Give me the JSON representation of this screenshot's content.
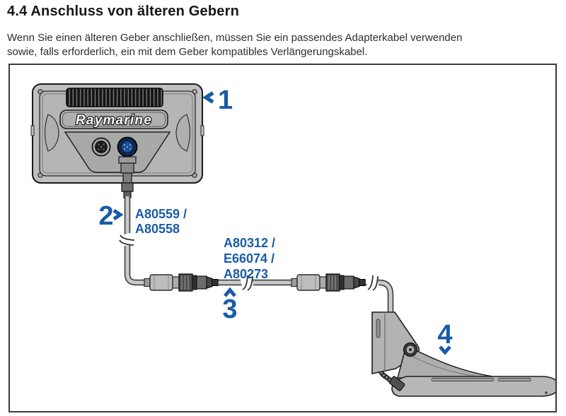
{
  "page": {
    "heading": "4.4 Anschluss von älteren Gebern",
    "intro_lines": [
      "Wenn Sie einen älteren Geber anschließen, müssen Sie ein passendes Adapterkabel verwenden",
      "sowie, falls erforderlich, ein mit dem Geber kompatibles Verlängerungskabel."
    ]
  },
  "diagram": {
    "device": {
      "brand": "Raymarine"
    },
    "callouts": {
      "display": {
        "number": "1",
        "arrow": "left"
      },
      "adapter_cable": {
        "number": "2",
        "arrow": "right"
      },
      "extension_cable": {
        "number": "3",
        "arrow": "up"
      },
      "transducer": {
        "number": "4",
        "arrow": "down"
      }
    },
    "part_codes": {
      "adapter_cable": [
        "A80559 /",
        "A80558"
      ],
      "extension_cable": [
        "A80312 /",
        "E66074 /",
        "A80273"
      ]
    },
    "colors": {
      "callout_blue": "#1a5ba6"
    }
  }
}
